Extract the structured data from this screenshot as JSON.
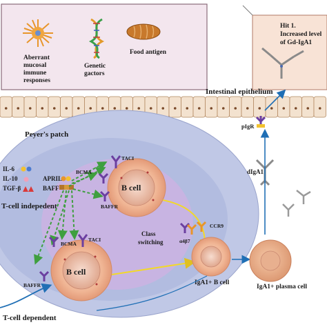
{
  "colors": {
    "top_box_fill": "#f3e6ee",
    "top_box_stroke": "#8a6a7a",
    "hit_box_fill": "#f8e3d6",
    "epithelium_fill": "#f3e2cf",
    "epithelium_stroke": "#b38a63",
    "nucleus": "#7a4a2a",
    "peyers_outer": "#bfc7e6",
    "peyers_mid": "#aab4dc",
    "peyers_inner": "#c9b6e4",
    "cell_fill": "#f0bda0",
    "cell_core": "#d89a80",
    "arrow_blue": "#1f6fb5",
    "arrow_yellow": "#f2d82a",
    "dash_green": "#3f9f3f",
    "receptor_purple": "#6b3fa0",
    "receptor_orange": "#e8952a",
    "il6_color": "#f2c230",
    "il10_color": "#f2a0b8",
    "tgfb_color": "#d93a3a"
  },
  "top_factors": {
    "aberrant": "Aberrant\nmucosal\nimmune\nresponses",
    "genetic": "Genetic\ngactors",
    "food": "Food antigen"
  },
  "hit": {
    "label": "Hit 1.\nIncreased level\nof Gd-IgA1"
  },
  "labels": {
    "intestinal_epithelium": "Intestinal epithelium",
    "peyers_patch": "Peyer's patch",
    "pigr": "pIgR",
    "digA1": "dIgA1",
    "il6": "IL-6",
    "il10": "IL-10",
    "tgfb": "TGF-β",
    "april": "APRIL",
    "baff": "BAFF",
    "taci_top": "TACI",
    "bcma_top": "BCMA",
    "baffr_top": "BAFFR",
    "b_cell_top": "B cell",
    "t_cell_independent": "T-cell indepedent",
    "class_switching": "Class\nswitching",
    "bcma_bottom": "BCMA",
    "taci_bottom": "TACI",
    "baffr_bottom": "BAFFR",
    "b_cell_bottom": "B cell",
    "a4b7": "α4β7",
    "ccr9": "CCR9",
    "iga1_b_cell": "IgA1+ B cell",
    "iga1_plasma_cell": "IgA1+  plasma cell",
    "t_cell_dependent": "T-cell dependent"
  }
}
